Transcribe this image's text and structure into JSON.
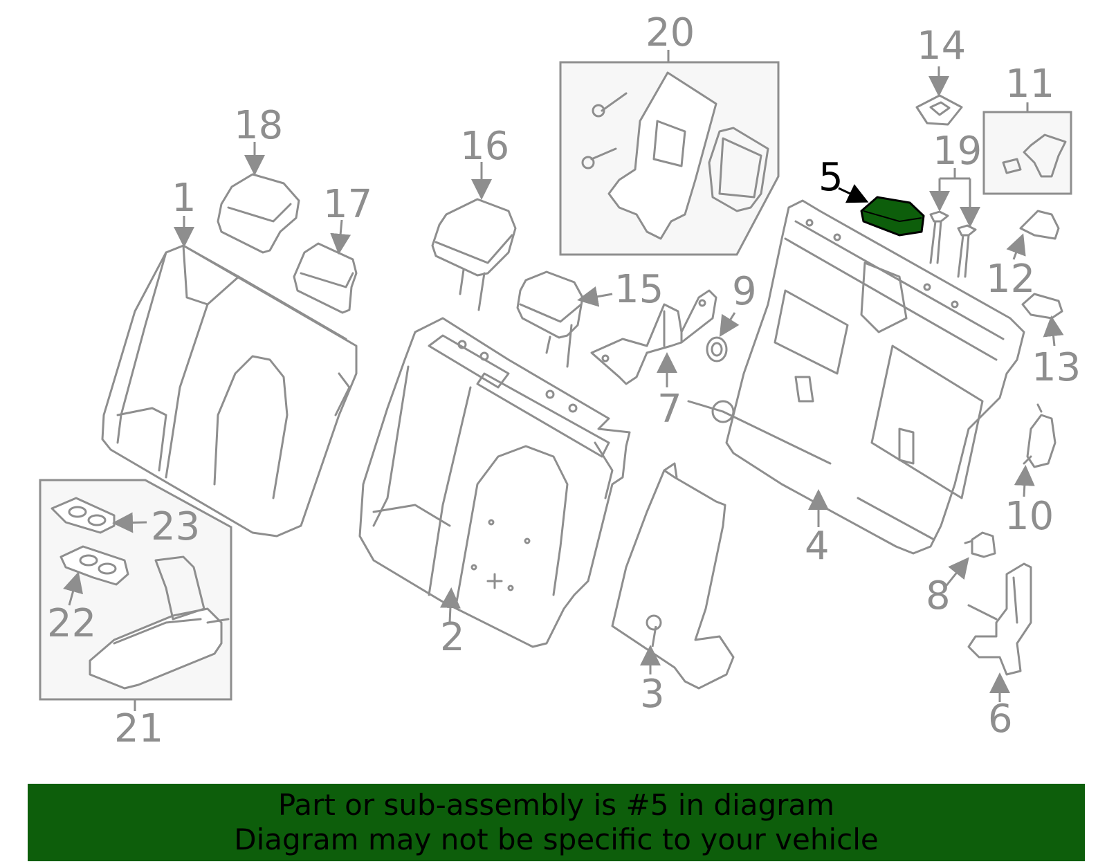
{
  "banner": {
    "line1": "Part or sub-assembly is #5 in diagram",
    "line2": "Diagram may not be specific to your vehicle",
    "color": "#0d5e0b"
  },
  "highlight": {
    "part": "5",
    "color": "#0d5e0b"
  },
  "callouts": {
    "c1": "1",
    "c2": "2",
    "c3": "3",
    "c4": "4",
    "c5": "5",
    "c6": "6",
    "c7": "7",
    "c8": "8",
    "c9": "9",
    "c10": "10",
    "c11": "11",
    "c12": "12",
    "c13": "13",
    "c14": "14",
    "c15": "15",
    "c16": "16",
    "c17": "17",
    "c18": "18",
    "c19": "19",
    "c20": "20",
    "c21": "21",
    "c22": "22",
    "c23": "23"
  }
}
